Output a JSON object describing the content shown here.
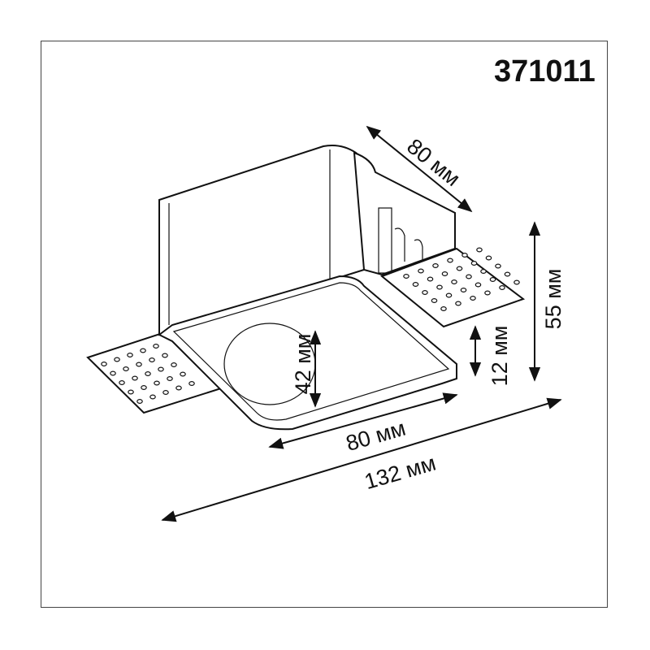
{
  "product_code": "371011",
  "dimensions": {
    "depth": "80 мм",
    "height": "55 мм",
    "flange": "12 мм",
    "hole": "42 мм",
    "width": "80 мм",
    "total_width": "132 мм"
  }
}
